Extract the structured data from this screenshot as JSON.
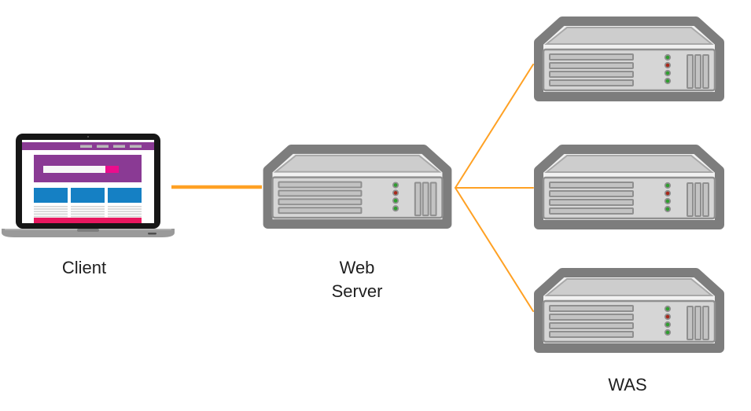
{
  "diagram": {
    "type": "network-architecture",
    "nodes": {
      "client": {
        "label": "Client",
        "icon": "laptop-icon"
      },
      "web_server": {
        "label": "Web Server",
        "icon": "server-icon"
      },
      "was_cluster": {
        "label": "WAS",
        "icon": "server-icon",
        "server_count": 3
      }
    },
    "connections": [
      {
        "from": "client",
        "to": "web_server",
        "style": "thick"
      },
      {
        "from": "web_server",
        "to": "was_server_1",
        "style": "thin"
      },
      {
        "from": "web_server",
        "to": "was_server_2",
        "style": "thin"
      },
      {
        "from": "web_server",
        "to": "was_server_3",
        "style": "thin"
      }
    ],
    "server_leds": [
      "green",
      "red",
      "green",
      "green"
    ]
  },
  "colors": {
    "connection_orange": "#ffa124",
    "server_border": "#7d7d7d",
    "server_body": "#f1f1f1",
    "server_lid": "#cdcdcd",
    "server_panel": "#d6d6d6",
    "server_slot": "#c3c3c3",
    "led_green": "#2f9e2f",
    "led_red": "#a8281a",
    "laptop_bezel": "#161616",
    "laptop_base": "#9a9a9a",
    "browser_purple": "#8a3a94",
    "browser_blue": "#1580c4",
    "browser_pink": "#eb0d8c",
    "browser_footer_pink": "#e8175f",
    "label_color": "#1f1f1f"
  }
}
